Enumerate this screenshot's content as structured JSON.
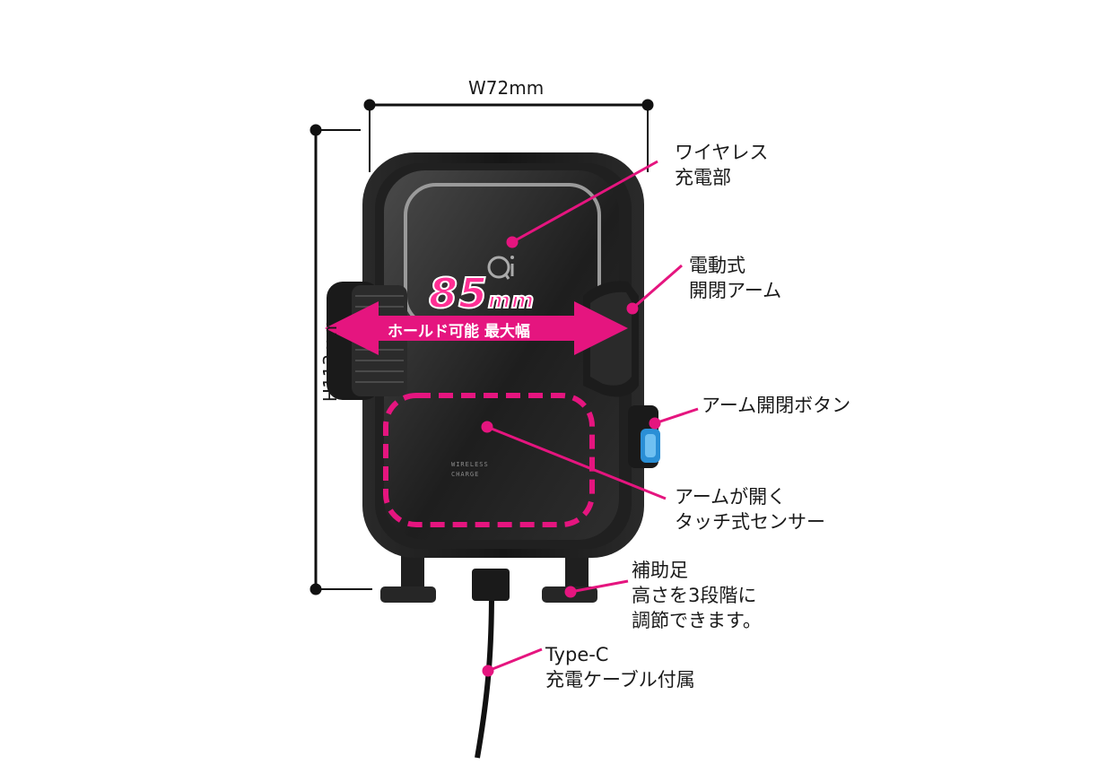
{
  "dimensions": {
    "width": "W72mm",
    "height": "H113mm"
  },
  "badge": {
    "value": "85",
    "unit": "mm",
    "caption": "ホールド可能 最大幅"
  },
  "product_print": {
    "line1": "WIRELESS",
    "line2": "CHARGE"
  },
  "callouts": {
    "wireless": [
      "ワイヤレス",
      "充電部"
    ],
    "arm": [
      "電動式",
      "開閉アーム"
    ],
    "button": [
      "アーム開閉ボタン"
    ],
    "sensor": [
      "アームが開く",
      "タッチ式センサー"
    ],
    "foot": [
      "補助足",
      "高さを3段階に",
      "調節できます。"
    ],
    "cable": [
      "Type-C",
      "充電ケーブル付属"
    ]
  },
  "colors": {
    "accent_pink": "#e5157f",
    "button_blue": "#2a8fd6",
    "body_black": "#1c1c1c"
  }
}
